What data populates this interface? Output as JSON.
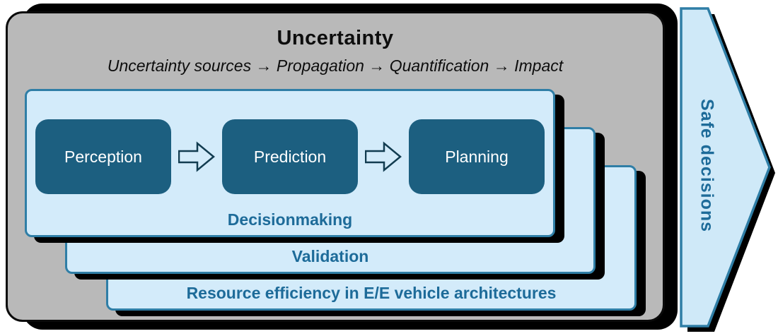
{
  "header": {
    "title": "Uncertainty",
    "subtitle": "Uncertainty sources → Propagation → Quantification → Impact"
  },
  "pipeline": {
    "steps": [
      "Perception",
      "Prediction",
      "Planning"
    ]
  },
  "layers": {
    "front_label": "Decisionmaking",
    "middle_label": "Validation",
    "back_label": "Resource efficiency in E/E vehicle architectures"
  },
  "side_arrow": {
    "label": "Safe decisions"
  },
  "colors": {
    "panel_gray": "#b9b9b9",
    "card_blue": "#d3ebfa",
    "step_box_teal": "#1c5f80",
    "border_teal": "#2f7ea6",
    "label_teal": "#1d6b99",
    "shadow_black": "#000000"
  }
}
